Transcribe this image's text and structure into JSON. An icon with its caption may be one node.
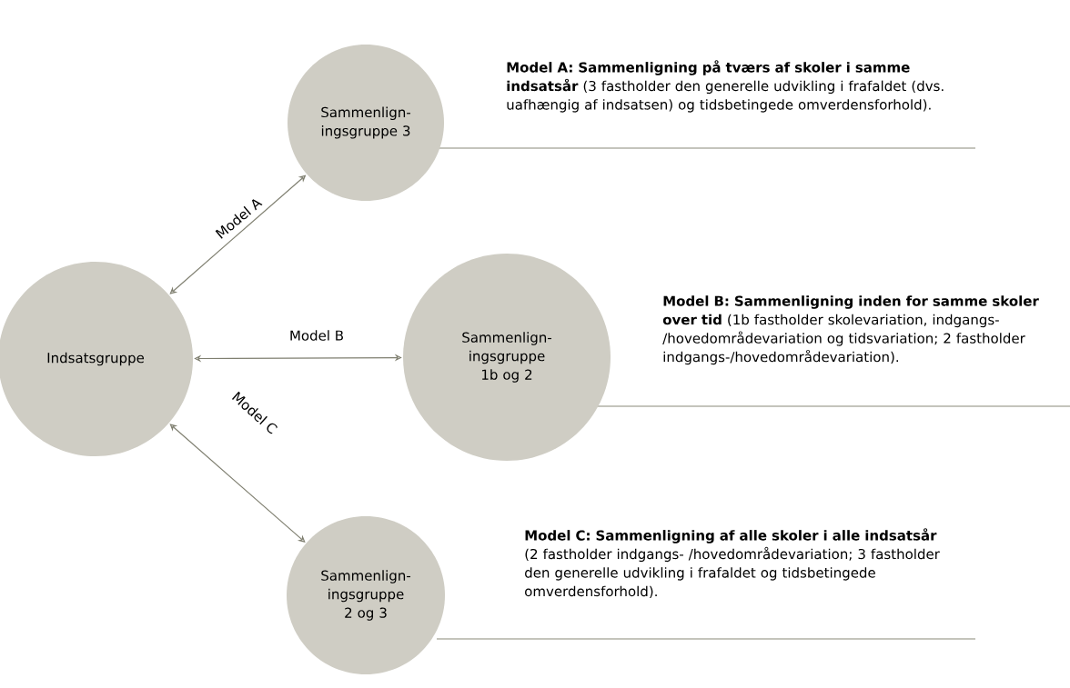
{
  "diagram": {
    "nodes": [
      {
        "text": [
          "Indsatsgruppe"
        ]
      },
      {
        "text": [
          "Sammenlign- ingsgruppe 3"
        ]
      },
      {
        "text": [
          "Sammenlign- ingsgruppe 1b og 2"
        ]
      },
      {
        "text": [
          "Sammenlign- ingsgruppe 2 og 3"
        ]
      }
    ],
    "edges": [
      {
        "from": 0,
        "to": 1,
        "arrow": "both",
        "label": "Model A"
      },
      {
        "from": 0,
        "to": 2,
        "arrow": "both",
        "label": "Model B"
      },
      {
        "from": 0,
        "to": 3,
        "arrow": "both",
        "label": "Model C"
      }
    ],
    "labels": [
      "**Model A: Sammenligning på tværs af skoler i samme indsatsår** (3 fastholder den generelle udvikling i frafaldet (dvs. uafhængig af indsatsen) og tidsbetingede omverdensforhold).",
      "**Model B: Sammenligning inden for samme skoler over tid** (1b fastholder skolevariation, indgangs- /hovedområdevariation og tidsvariation; 2 fastholder indgangs-/hovedområdevariation).",
      "**Model C: Sammenligning af alle skoler i alle indsatsår** (2 fastholder indgangs- /hovedområdevariation; 3 fastholder den generelle udvikling i frafaldet og tidsbetingede omverdensforhold)."
    ]
  }
}
